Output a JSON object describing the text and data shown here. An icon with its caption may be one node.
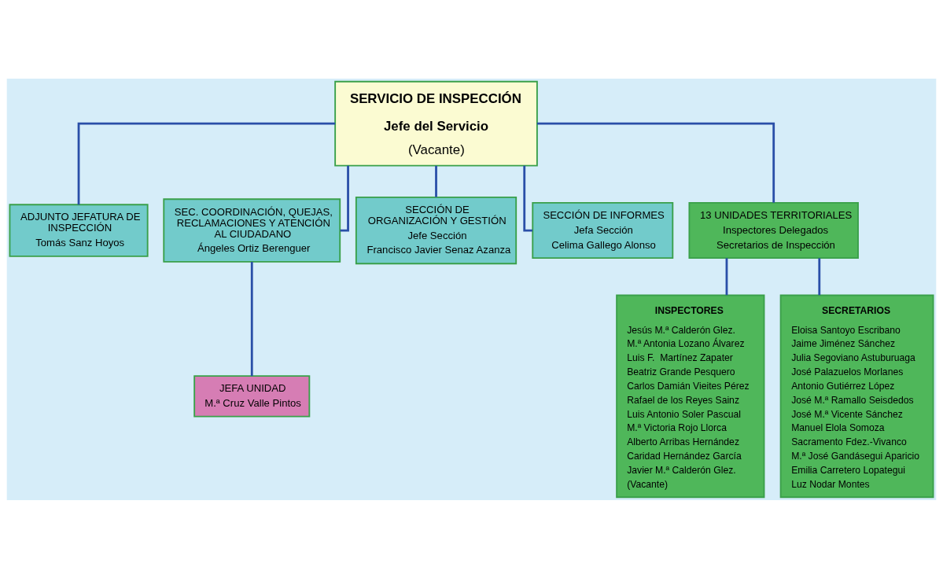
{
  "diagram": {
    "nodes": [
      {
        "text": [
          "SERVICIO DE INSPECCIÓN",
          "Jefe del Servicio",
          "(Vacante)"
        ]
      },
      {
        "text": [
          "ADJUNTO JEFATURA DE INSPECCIÓN",
          "Tomás Sanz Hoyos"
        ]
      },
      {
        "text": [
          "SEC. COORDINACIÓN, QUEJAS, RECLAMACIONES Y ATENCIÓN AL CIUDADANO",
          "Ángeles Ortiz Berenguer"
        ]
      },
      {
        "text": [
          "SECCIÓN DE ORGANIZACIÓN Y GESTIÓN",
          "Jefe Sección",
          "Francisco Javier Senaz Azanza"
        ]
      },
      {
        "text": [
          "SECCIÓN DE INFORMES",
          "Jefa Sección",
          "Celima Gallego Alonso"
        ]
      },
      {
        "text": [
          "13 UNIDADES TERRITORIALES",
          "Inspectores Delegados",
          "Secretarios de Inspección"
        ]
      },
      {
        "text": [
          "JEFA UNIDAD",
          "M.ª Cruz Valle Pintos"
        ]
      },
      {
        "text": [
          "INSPECTORES",
          "Jesús M.ª Calderón Glez.",
          "M.ª Antonia Lozano Álvarez",
          "Luis F.  Martínez Zapater",
          "Beatriz Grande Pesquero",
          "Carlos Damián Vieites Pérez",
          "Rafael de los Reyes Sainz",
          "Luis Antonio Soler Pascual",
          "M.ª Victoria Rojo Llorca",
          "Alberto Arribas Hernández",
          "Caridad Hernández García",
          "Javier M.ª Calderón Glez.",
          "(Vacante)"
        ]
      },
      {
        "text": [
          "SECRETARIOS",
          "Eloisa Santoyo Escribano",
          "Jaime Jiménez Sánchez",
          "Julia Segoviano Astuburuaga",
          "José Palazuelos Morlanes",
          "Antonio Gutiérrez López",
          "José M.ª Ramallo Seisdedos",
          "José M.ª Vicente Sánchez",
          "Manuel Elola Somoza",
          "Sacramento Fdez.-Vivanco",
          "M.ª José Gandásegui Aparicio",
          "Emilia Carretero Lopategui",
          "Luz Nodar Montes"
        ]
      }
    ],
    "edges": [
      {
        "from": 0,
        "to": 1,
        "arrow": "none"
      },
      {
        "from": 0,
        "to": 2,
        "arrow": "none"
      },
      {
        "from": 0,
        "to": 3,
        "arrow": "none"
      },
      {
        "from": 0,
        "to": 4,
        "arrow": "none"
      },
      {
        "from": 0,
        "to": 5,
        "arrow": "none"
      },
      {
        "from": 2,
        "to": 6,
        "arrow": "none"
      },
      {
        "from": 5,
        "to": 7,
        "arrow": "none"
      },
      {
        "from": 5,
        "to": 8,
        "arrow": "none"
      }
    ]
  }
}
